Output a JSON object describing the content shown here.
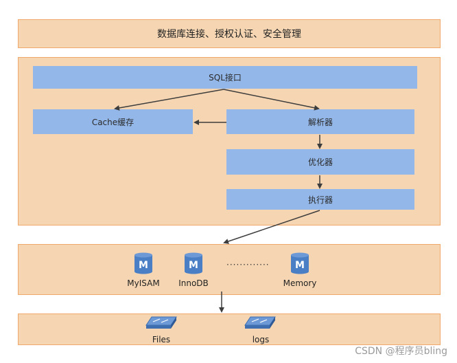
{
  "connection_layer": {
    "title": "数据库连接、授权认证、安全管理"
  },
  "service_layer": {
    "sql_interface": "SQL接口",
    "cache": "Cache缓存",
    "parser": "解析器",
    "optimizer": "优化器",
    "executor": "执行器"
  },
  "engine_layer": {
    "engines": [
      "MyISAM",
      "InnoDB",
      "Memory"
    ],
    "ellipsis": "·············",
    "icon_letter": "M"
  },
  "storage_layer": {
    "items": [
      "Files",
      "logs"
    ]
  },
  "watermark": "CSDN @程序员bling",
  "colors": {
    "band": "#f6d6b2",
    "band_border": "#f0a86a",
    "box": "#93b7e9",
    "db_icon": "#4a7fc6"
  }
}
